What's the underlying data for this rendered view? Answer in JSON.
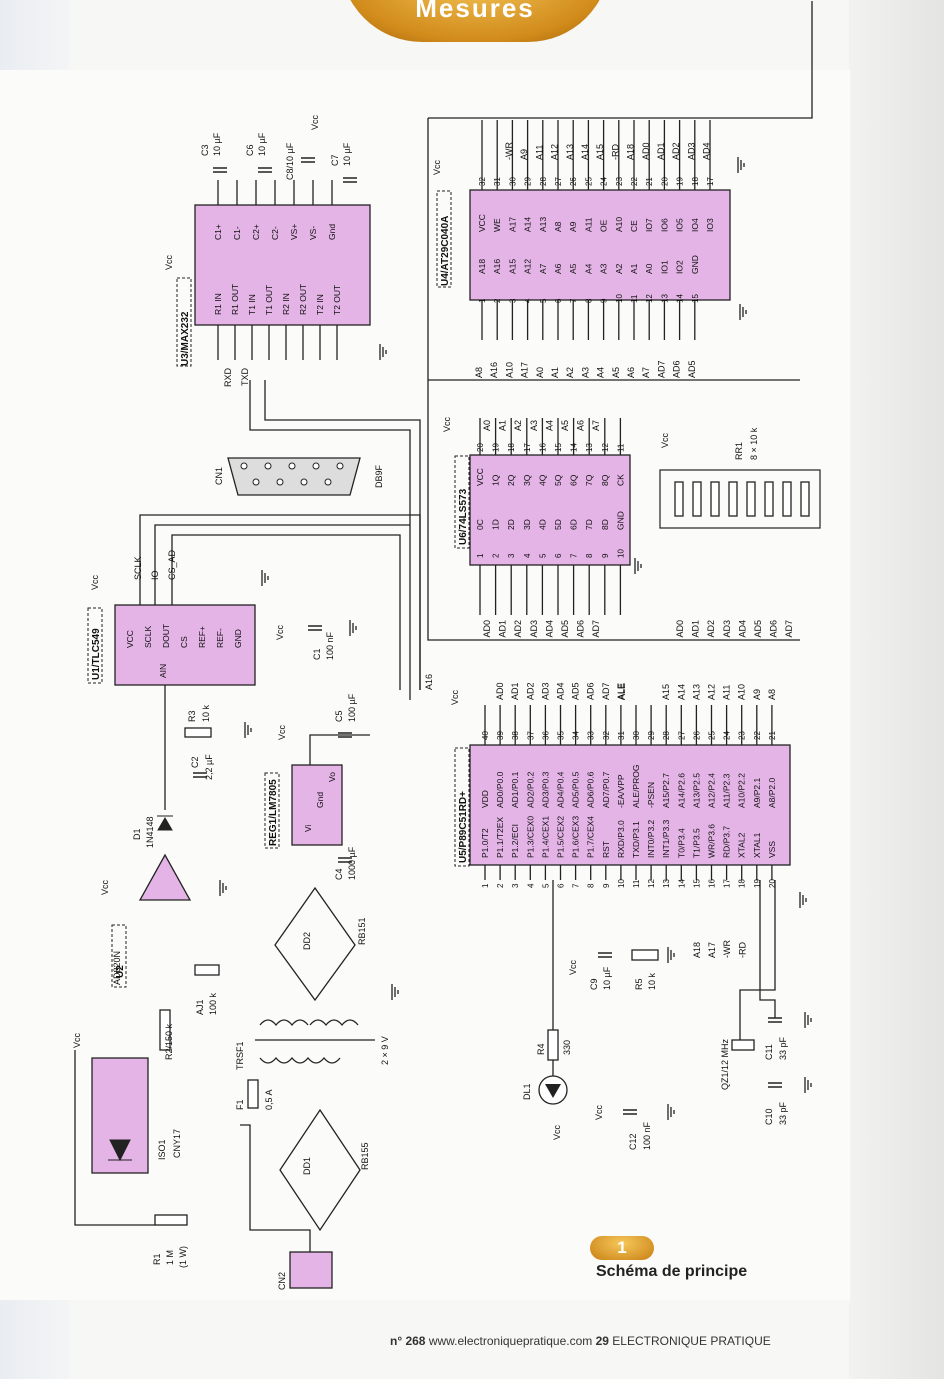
{
  "header": {
    "section_tab": "Mesures"
  },
  "figure": {
    "number": "1",
    "caption": "Schéma de principe"
  },
  "footer": {
    "issue": "n° 268",
    "url": "www.electroniquepratique.com",
    "page": "29",
    "magazine": "ELECTRONIQUE PRATIQUE"
  },
  "colors": {
    "chip_fill": "#e4b4e6",
    "tab_orange": "#e39b2a",
    "line": "#222222"
  },
  "components": {
    "cn2": "CN2",
    "r1": {
      "name": "R1",
      "value": "1 M",
      "power": "(1 W)"
    },
    "dd1": {
      "name": "DD1",
      "part": "RB155"
    },
    "f1": {
      "name": "F1",
      "value": "0,5 A"
    },
    "trsf1": {
      "name": "TRSF1",
      "value": "2 × 9 V"
    },
    "dd2": {
      "name": "DD2",
      "part": "RB151"
    },
    "iso1": {
      "name": "ISO1",
      "part": "CNY17"
    },
    "r2": "R2/150 k",
    "aj1": {
      "name": "AJ1",
      "value": "100 k"
    },
    "u2": {
      "name": "U2",
      "part": "AD820N"
    },
    "d1": {
      "name": "D1",
      "part": "1N4148"
    },
    "c2": {
      "name": "C2",
      "value": "2,2 µF"
    },
    "r3": {
      "name": "R3",
      "value": "10 k"
    },
    "u1": {
      "name": "U1/TLC549",
      "pins": [
        "VCC",
        "SCLK",
        "DOUT",
        "CS",
        "REF+",
        "REF-",
        "GND",
        "AIN"
      ]
    },
    "reg1": {
      "name": "REG1/LM7805",
      "pins": [
        "Vi",
        "Gnd",
        "Vo"
      ]
    },
    "c4": {
      "name": "C4",
      "value": "1000 µF"
    },
    "c5": {
      "name": "C5",
      "value": "100 µF"
    },
    "c1": {
      "name": "C1",
      "value": "100 nF"
    },
    "u3": {
      "name": "U3/MAX232",
      "pins_left": [
        "R1 IN",
        "R1 OUT",
        "T1 IN",
        "T1 OUT",
        "R2 IN",
        "R2 OUT",
        "T2 IN",
        "T2 OUT"
      ],
      "pins_right": [
        "C1+",
        "C1-",
        "C2+",
        "C2-",
        "VS+",
        "VS-",
        "Gnd"
      ]
    },
    "c3": {
      "name": "C3",
      "value": "10 µF"
    },
    "c6": {
      "name": "C6",
      "value": "10 µF"
    },
    "c8": "C8/10 µF",
    "c7": {
      "name": "C7",
      "value": "10 µF"
    },
    "cn1": {
      "name": "CN1",
      "part": "DB9F"
    },
    "u6": {
      "name": "U6/74LS573",
      "pins_left": [
        "0C",
        "1D",
        "2D",
        "3D",
        "4D",
        "5D",
        "6D",
        "7D",
        "8D",
        "GND"
      ],
      "pins_right": [
        "VCC",
        "1Q",
        "2Q",
        "3Q",
        "4Q",
        "5Q",
        "6Q",
        "7Q",
        "8Q",
        "CK"
      ]
    },
    "u4": {
      "name": "U4/AT29C040A",
      "pins_left": [
        "A18",
        "A16",
        "A15",
        "A12",
        "A7",
        "A6",
        "A5",
        "A4",
        "A3",
        "A2",
        "A1",
        "A0",
        "IO1",
        "IO2",
        "GND"
      ],
      "pins_right": [
        "VCC",
        "WE",
        "A17",
        "A14",
        "A13",
        "A8",
        "A9",
        "A11",
        "OE",
        "A10",
        "CE",
        "IO7",
        "IO6",
        "IO5",
        "IO4",
        "IO3"
      ]
    },
    "rr1": {
      "name": "RR1",
      "value": "8 × 10 k"
    },
    "u5": {
      "name": "U5/P89C51RD+",
      "pins_left": [
        "P1.0/T2",
        "P1.1/T2EX",
        "P1.2/ECI",
        "P1.3/CEX0",
        "P1.4/CEX1",
        "P1.5/CEX2",
        "P1.6/CEX3",
        "P1.7/CEX4",
        "RST",
        "RXD/P3.0",
        "TXD/P3.1",
        "INT0/P3.2",
        "INT1/P3.3",
        "T0/P3.4",
        "T1/P3.5",
        "WR/P3.6",
        "RD/P3.7",
        "XTAL2",
        "XTAL1",
        "VSS"
      ],
      "pins_right": [
        "VDD",
        "AD0/P0.0",
        "AD1/P0.1",
        "AD2/P0.2",
        "AD3/P0.3",
        "AD4/P0.4",
        "AD5/P0.5",
        "AD6/P0.6",
        "AD7/P0.7",
        "-EA/VPP",
        "ALE/PROG",
        "-PSEN",
        "A15/P2.7",
        "A14/P2.6",
        "A13/P2.5",
        "A12/P2.4",
        "A11/P2.3",
        "A10/P2.2",
        "A9/P2.1",
        "A8/P2.0"
      ]
    },
    "c9": {
      "name": "C9",
      "value": "10 µF"
    },
    "r5": {
      "name": "R5",
      "value": "10 k"
    },
    "r4": {
      "name": "R4",
      "value": "330"
    },
    "dl1": "DL1",
    "c12": {
      "name": "C12",
      "value": "100 nF"
    },
    "qz1": "QZ1/12 MHz",
    "c11": {
      "name": "C11",
      "value": "33 pF"
    },
    "c10": {
      "name": "C10",
      "value": "33 pF"
    }
  },
  "nets": {
    "vcc": "Vcc",
    "rxd": "RXD",
    "txd": "TXD",
    "sclk": "SCLK",
    "io": "IO",
    "cs_ad": "CS_AD",
    "ale": "ALE",
    "a16": "A16",
    "ad_bus": [
      "AD0",
      "AD1",
      "AD2",
      "AD3",
      "AD4",
      "AD5",
      "AD6",
      "AD7"
    ],
    "a_bus": [
      "A0",
      "A1",
      "A2",
      "A3",
      "A4",
      "A5",
      "A6",
      "A7"
    ],
    "u4_left_nets": [
      "A8",
      "A16",
      "A10",
      "A17",
      "A0",
      "A1",
      "A2",
      "A3",
      "A4",
      "A5",
      "A6",
      "A7",
      "AD7",
      "AD6",
      "AD5"
    ],
    "u4_right_nets": [
      "-WR",
      "A9",
      "A11",
      "A12",
      "A13",
      "A14",
      "A15",
      "-RD",
      "A18",
      "AD0",
      "AD1",
      "AD2",
      "AD3",
      "AD4"
    ],
    "u5_right_nets": [
      "AD0",
      "AD1",
      "AD2",
      "AD3",
      "AD4",
      "AD5",
      "AD6",
      "AD7",
      "ALE",
      "A15",
      "A14",
      "A13",
      "A12",
      "A11",
      "A10",
      "A9",
      "A8"
    ],
    "u5_left_nets": [
      "A18",
      "A17",
      "-WR",
      "-RD"
    ]
  }
}
